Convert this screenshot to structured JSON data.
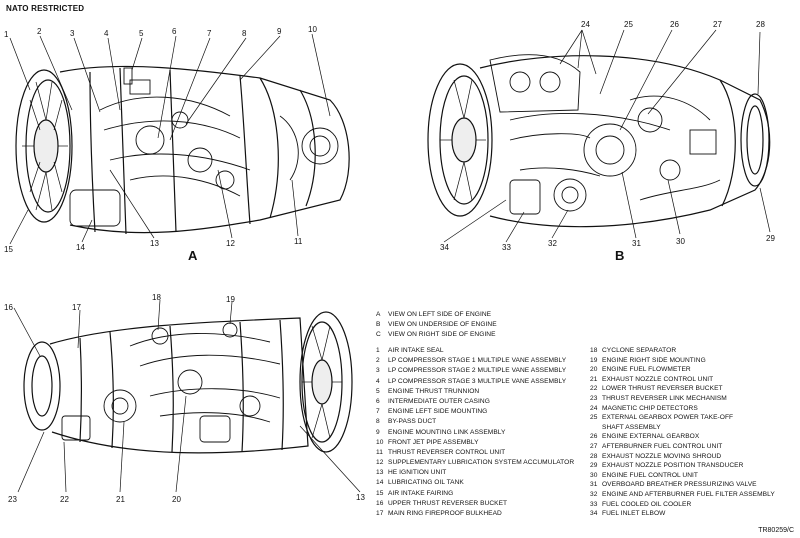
{
  "marking": "NATO RESTRICTED",
  "figure_ref": "TR80259/C",
  "views": [
    {
      "letter": "A",
      "description": "VIEW ON LEFT SIDE OF ENGINE"
    },
    {
      "letter": "B",
      "description": "VIEW ON UNDERSIDE OF ENGINE"
    },
    {
      "letter": "C",
      "description": "VIEW ON RIGHT SIDE OF ENGINE"
    }
  ],
  "legend_left": [
    {
      "num": "1",
      "text": "AIR INTAKE SEAL"
    },
    {
      "num": "2",
      "text": "LP COMPRESSOR STAGE 1 MULTIPLE VANE ASSEMBLY"
    },
    {
      "num": "3",
      "text": "LP COMPRESSOR STAGE 2 MULTIPLE VANE ASSEMBLY"
    },
    {
      "num": "4",
      "text": "LP COMPRESSOR STAGE 3 MULTIPLE VANE ASSEMBLY"
    },
    {
      "num": "5",
      "text": "ENGINE THRUST TRUNNION"
    },
    {
      "num": "6",
      "text": "INTERMEDIATE OUTER CASING"
    },
    {
      "num": "7",
      "text": "ENGINE LEFT SIDE MOUNTING"
    },
    {
      "num": "8",
      "text": "BY-PASS DUCT"
    },
    {
      "num": "9",
      "text": "ENGINE MOUNTING LINK ASSEMBLY"
    },
    {
      "num": "10",
      "text": "FRONT JET PIPE ASSEMBLY"
    },
    {
      "num": "11",
      "text": "THRUST REVERSER CONTROL UNIT"
    },
    {
      "num": "12",
      "text": "SUPPLEMENTARY LUBRICATION SYSTEM ACCUMULATOR"
    },
    {
      "num": "13",
      "text": "HE IGNITION UNIT"
    },
    {
      "num": "14",
      "text": "LUBRICATING OIL TANK"
    },
    {
      "num": "15",
      "text": "AIR INTAKE FAIRING"
    },
    {
      "num": "16",
      "text": "UPPER THRUST REVERSER BUCKET"
    },
    {
      "num": "17",
      "text": "MAIN RING FIREPROOF BULKHEAD"
    }
  ],
  "legend_right": [
    {
      "num": "18",
      "text": "CYCLONE SEPARATOR"
    },
    {
      "num": "19",
      "text": "ENGINE RIGHT SIDE MOUNTING"
    },
    {
      "num": "20",
      "text": "ENGINE FUEL FLOWMETER"
    },
    {
      "num": "21",
      "text": "EXHAUST NOZZLE CONTROL UNIT"
    },
    {
      "num": "22",
      "text": "LOWER THRUST REVERSER BUCKET"
    },
    {
      "num": "23",
      "text": "THRUST REVERSER LINK MECHANISM"
    },
    {
      "num": "24",
      "text": "MAGNETIC CHIP DETECTORS"
    },
    {
      "num": "25",
      "text": "EXTERNAL GEARBOX POWER TAKE-OFF"
    },
    {
      "num": "",
      "text": "SHAFT ASSEMBLY"
    },
    {
      "num": "26",
      "text": "ENGINE EXTERNAL GEARBOX"
    },
    {
      "num": "27",
      "text": "AFTERBURNER FUEL CONTROL UNIT"
    },
    {
      "num": "28",
      "text": "EXHAUST NOZZLE MOVING SHROUD"
    },
    {
      "num": "29",
      "text": "EXHAUST NOZZLE POSITION TRANSDUCER"
    },
    {
      "num": "30",
      "text": "ENGINE FUEL CONTROL UNIT"
    },
    {
      "num": "31",
      "text": "OVERBOARD BREATHER PRESSURIZING VALVE"
    },
    {
      "num": "32",
      "text": "ENGINE AND AFTERBURNER FUEL FILTER ASSEMBLY"
    },
    {
      "num": "33",
      "text": "FUEL COOLED OIL COOLER"
    },
    {
      "num": "34",
      "text": "FUEL INLET ELBOW"
    }
  ],
  "callouts": {
    "a": [
      "1",
      "2",
      "3",
      "4",
      "5",
      "6",
      "7",
      "8",
      "9",
      "10",
      "11",
      "12",
      "13",
      "14",
      "15"
    ],
    "b": [
      "24",
      "25",
      "26",
      "27",
      "28",
      "29",
      "30",
      "31",
      "32",
      "33",
      "34"
    ],
    "c": [
      "16",
      "17",
      "18",
      "19",
      "20",
      "21",
      "22",
      "23",
      "13"
    ]
  }
}
